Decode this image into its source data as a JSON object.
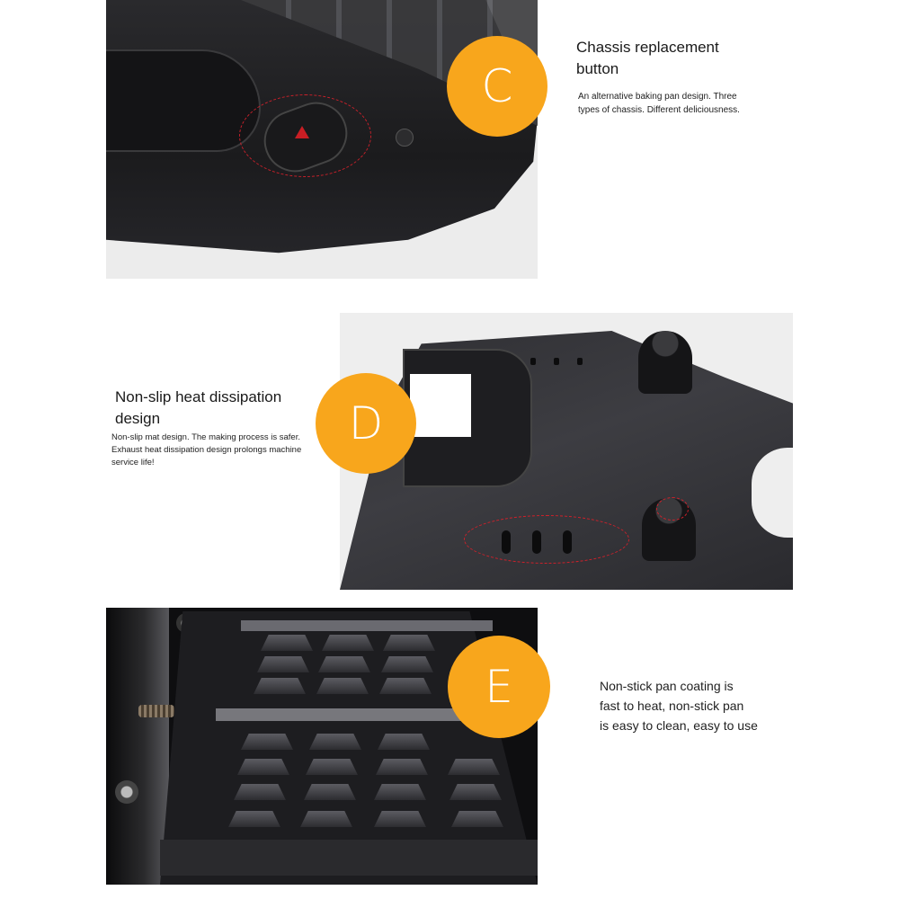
{
  "sections": [
    {
      "id": "C",
      "badge": "C",
      "title_lines": [
        "Chassis replacement",
        "button"
      ],
      "description_lines": [
        "An alternative baking pan design. Three",
        "types of chassis. Different deliciousness."
      ],
      "photo": "waffle-maker-side-button"
    },
    {
      "id": "D",
      "badge": "D",
      "title_lines": [
        "Non-slip heat dissipation",
        "design"
      ],
      "description_lines": [
        "Non-slip mat design. The making process is safer.",
        "Exhaust heat dissipation design prolongs machine",
        "service life!"
      ],
      "photo": "waffle-maker-underside-vents"
    },
    {
      "id": "E",
      "badge": "E",
      "title_lines": [],
      "description_lines": [
        "Non-stick pan coating is",
        "fast to heat, non-stick pan",
        "is easy to clean, easy to use"
      ],
      "photo": "waffle-plate-nonstick"
    }
  ],
  "colors": {
    "badge": "#f8a61c",
    "highlight_ring": "#c8202a",
    "background": "#ffffff",
    "text": "#1a1a1a"
  }
}
